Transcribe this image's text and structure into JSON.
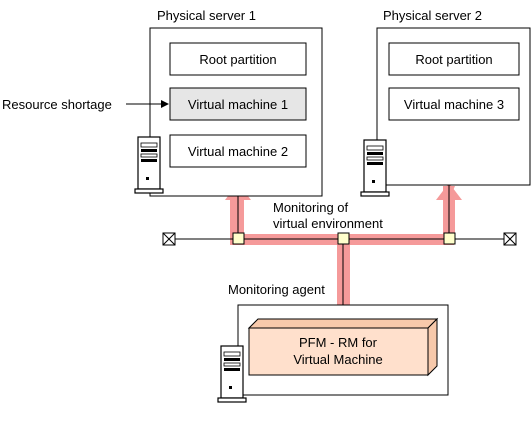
{
  "labels": {
    "server1_title": "Physical server 1",
    "server2_title": "Physical server 2",
    "resource_shortage": "Resource shortage",
    "monitoring_line1": "Monitoring of",
    "monitoring_line2": "virtual environment",
    "monitoring_agent": "Monitoring agent"
  },
  "server1": {
    "partitions": [
      "Root partition",
      "Virtual machine 1",
      "Virtual machine 2"
    ]
  },
  "server2": {
    "partitions": [
      "Root partition",
      "Virtual machine 3"
    ]
  },
  "agent": {
    "product_line1": "PFM - RM for",
    "product_line2": "Virtual Machine"
  },
  "colors": {
    "arrow": "#f59a9a",
    "highlight": "#e6e6e6",
    "product_box": "#ffe0cc",
    "product_box_side": "#f7c9ab"
  },
  "icons": [
    "server-tower-icon",
    "network-node-icon",
    "network-terminator-icon"
  ]
}
